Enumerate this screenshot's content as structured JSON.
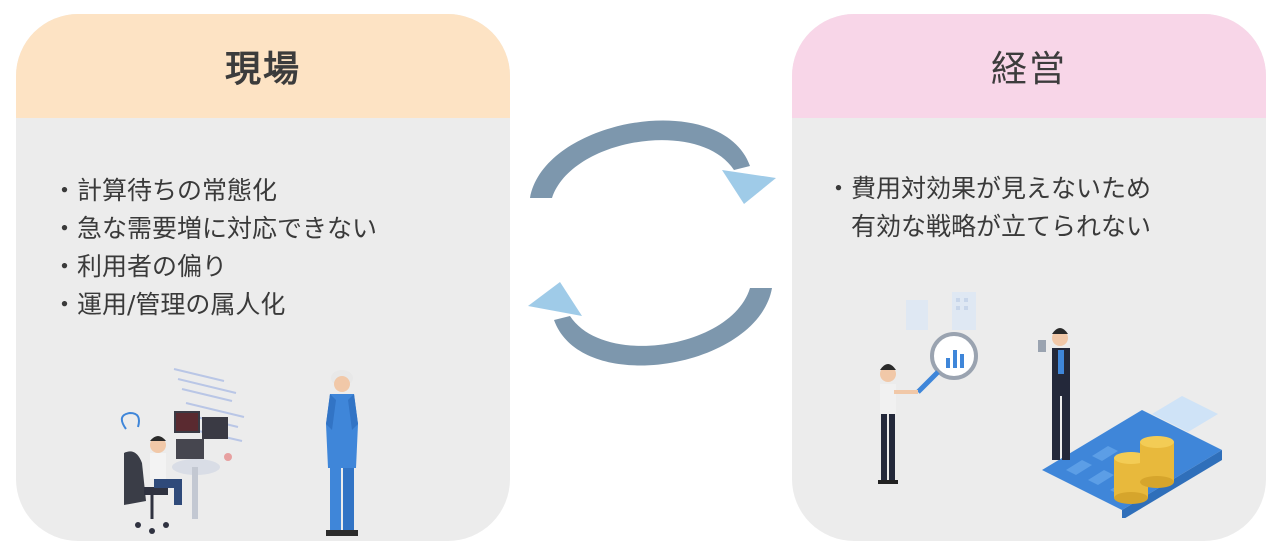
{
  "left_panel": {
    "title": "現場",
    "items": [
      "・計算待ちの常態化",
      "・急な需要増に対応できない",
      "・利用者の偏り",
      "・運用/管理の属人化"
    ]
  },
  "right_panel": {
    "title": "経営",
    "items": [
      "・費用対効果が見えないため",
      "　有効な戦略が立てられない"
    ]
  },
  "colors": {
    "left_header": "#fde3c4",
    "right_header": "#f8d6e8",
    "panel_body": "#ececec",
    "arrow_dark": "#7d97ad",
    "arrow_light": "#9fcbe8",
    "accent_blue": "#3f86d9"
  },
  "icons": [
    "cycle-arrows-icon",
    "magnifier-chart-icon",
    "calculator-icon",
    "coin-stack-icon"
  ]
}
